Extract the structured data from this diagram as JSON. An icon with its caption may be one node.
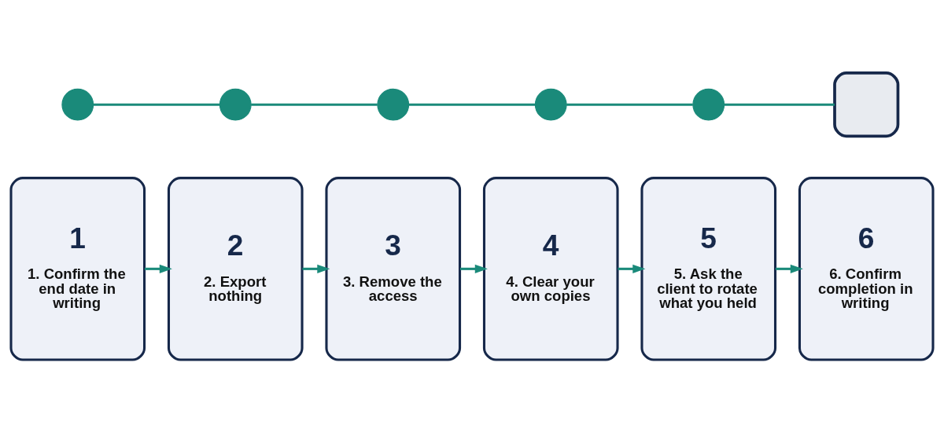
{
  "diagram": {
    "nodes": [
      {
        "text": [
          "1",
          "1. Confirm the end date in writing"
        ]
      },
      {
        "text": [
          "2",
          "2. Export nothing"
        ]
      },
      {
        "text": [
          "3",
          "3. Remove the access"
        ]
      },
      {
        "text": [
          "4",
          "4. Clear your own copies"
        ]
      },
      {
        "text": [
          "5",
          "5. Ask the client to rotate what you held"
        ]
      },
      {
        "text": [
          "6",
          "6. Confirm completion in writing"
        ]
      },
      {
        "text": [],
        "shape": "circle"
      },
      {
        "text": [],
        "shape": "circle"
      },
      {
        "text": [],
        "shape": "circle"
      },
      {
        "text": [],
        "shape": "circle"
      },
      {
        "text": [],
        "shape": "circle"
      },
      {
        "text": [],
        "shape": "box"
      }
    ],
    "edges": [
      {
        "from": 0,
        "to": 1,
        "arrow": "to"
      },
      {
        "from": 1,
        "to": 2,
        "arrow": "to"
      },
      {
        "from": 2,
        "to": 3,
        "arrow": "to"
      },
      {
        "from": 3,
        "to": 4,
        "arrow": "to"
      },
      {
        "from": 4,
        "to": 5,
        "arrow": "to"
      },
      {
        "from": 6,
        "to": 7,
        "arrow": "none"
      },
      {
        "from": 7,
        "to": 8,
        "arrow": "none"
      },
      {
        "from": 8,
        "to": 9,
        "arrow": "none"
      },
      {
        "from": 9,
        "to": 10,
        "arrow": "none"
      },
      {
        "from": 10,
        "to": 11,
        "arrow": "none"
      }
    ]
  }
}
